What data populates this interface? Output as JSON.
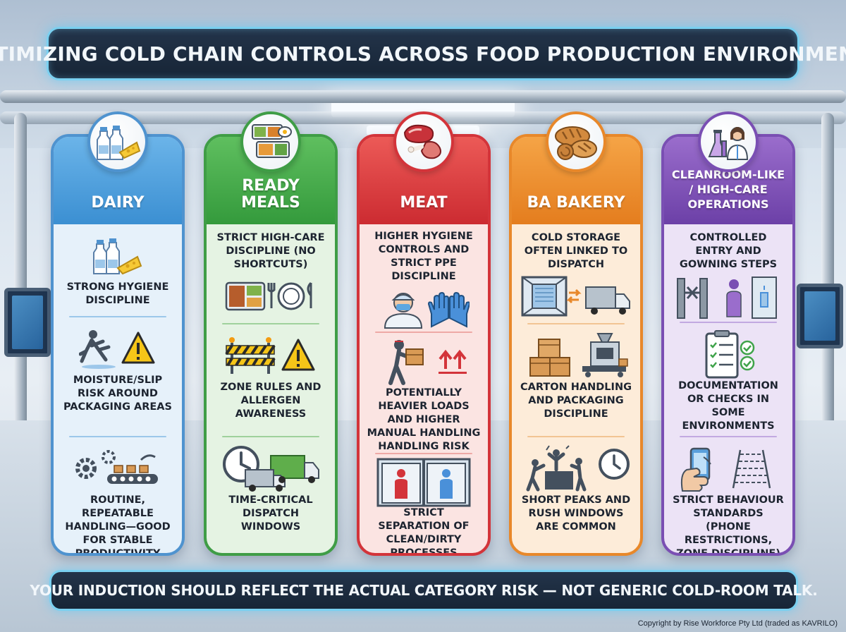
{
  "title": "OPTIMIZING COLD CHAIN CONTROLS ACROSS FOOD PRODUCTION ENVIRONMENTS",
  "columns": [
    {
      "name": "DAIRY",
      "header_icon": "milk-cheese-icon",
      "color": "#3b8fd2",
      "items": [
        {
          "icon": "milk-cheese-icon",
          "text": "STRONG HYGIENE DISCIPLINE"
        },
        {
          "icon": "slip-warning-icon",
          "text": "MOISTURE/SLIP RISK AROUND PACKAGING AREAS"
        },
        {
          "icon": "conveyor-gears-icon",
          "text": "ROUTINE, REPEATABLE HANDLING—GOOD FOR STABLE PRODUCTIVITY"
        }
      ]
    },
    {
      "name": "READY MEALS",
      "header_icon": "meal-trays-icon",
      "color": "#349a3c",
      "items": [
        {
          "icon": "meal-tray-cutlery-icon",
          "text": "STRICT HIGH-CARE DISCIPLINE (NO SHORTCUTS)"
        },
        {
          "icon": "barrier-warning-icon",
          "text": "ZONE RULES AND ALLERGEN AWARENESS"
        },
        {
          "icon": "clock-truck-icon",
          "text": "TIME-CRITICAL DISPATCH WINDOWS"
        }
      ]
    },
    {
      "name": "MEAT",
      "header_icon": "meat-cuts-icon",
      "color": "#cc2b31",
      "items": [
        {
          "icon": "ppe-worker-gloves-icon",
          "text": "HIGHER HYGIENE CONTROLS AND STRICT PPE DISCIPLINE"
        },
        {
          "icon": "lifting-worker-icon",
          "text": "POTENTIALLY HEAVIER LOADS AND HIGHER MANUAL HANDLING HANDLING RISK"
        },
        {
          "icon": "clean-dirty-doors-icon",
          "text": "STRICT SEPARATION OF CLEAN/DIRTY PROCESSES"
        }
      ]
    },
    {
      "name": "BA BAKERY",
      "header_icon": "bread-icon",
      "color": "#e47d1e",
      "items": [
        {
          "icon": "cold-storage-truck-icon",
          "text": "COLD STORAGE OFTEN LINKED TO DISPATCH"
        },
        {
          "icon": "cartons-machine-icon",
          "text": "CARTON HANDLING AND PACKAGING DISCIPLINE"
        },
        {
          "icon": "rush-workers-clock-icon",
          "text": "SHORT PEAKS AND RUSH WINDOWS ARE COMMON"
        }
      ]
    },
    {
      "name": "CLEANROOM-LIKE / HIGH-CARE OPERATIONS",
      "header_icon": "lab-scientist-icon",
      "color": "#6c40a7",
      "items": [
        {
          "icon": "turnstile-gowning-icon",
          "text": "CONTROLLED ENTRY AND GOWNING STEPS"
        },
        {
          "icon": "checklist-icon",
          "text": "DOCUMENTATION OR CHECKS IN SOME ENVIRONMENTS"
        },
        {
          "icon": "phone-hand-zone-icon",
          "text": "STRICT BEHAVIOUR STANDARDS (PHONE RESTRICTIONS, ZONE DISCIPLINE)"
        }
      ]
    }
  ],
  "footer": "YOUR INDUCTION SHOULD REFLECT THE ACTUAL CATEGORY RISK — NOT GENERIC COLD-ROOM TALK.",
  "copyright": "Copyright by Rise Workforce Pty Ltd (traded as KAVRILO)"
}
